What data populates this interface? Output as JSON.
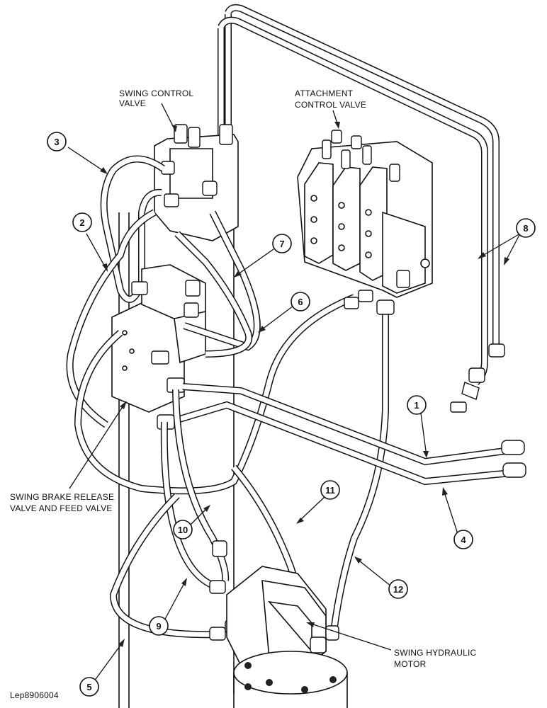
{
  "labels": {
    "swing_control_valve_1": "SWING CONTROL",
    "swing_control_valve_2": "VALVE",
    "attachment_control_valve_1": "ATTACHMENT",
    "attachment_control_valve_2": "CONTROL VALVE",
    "swing_brake_1": "SWING BRAKE RELEASE",
    "swing_brake_2": "VALVE AND FEED VALVE",
    "swing_motor_1": "SWING HYDRAULIC",
    "swing_motor_2": "MOTOR",
    "reference_code": "Lep8906004"
  },
  "callouts": [
    "1",
    "2",
    "3",
    "4",
    "5",
    "6",
    "7",
    "8",
    "9",
    "10",
    "11",
    "12"
  ]
}
